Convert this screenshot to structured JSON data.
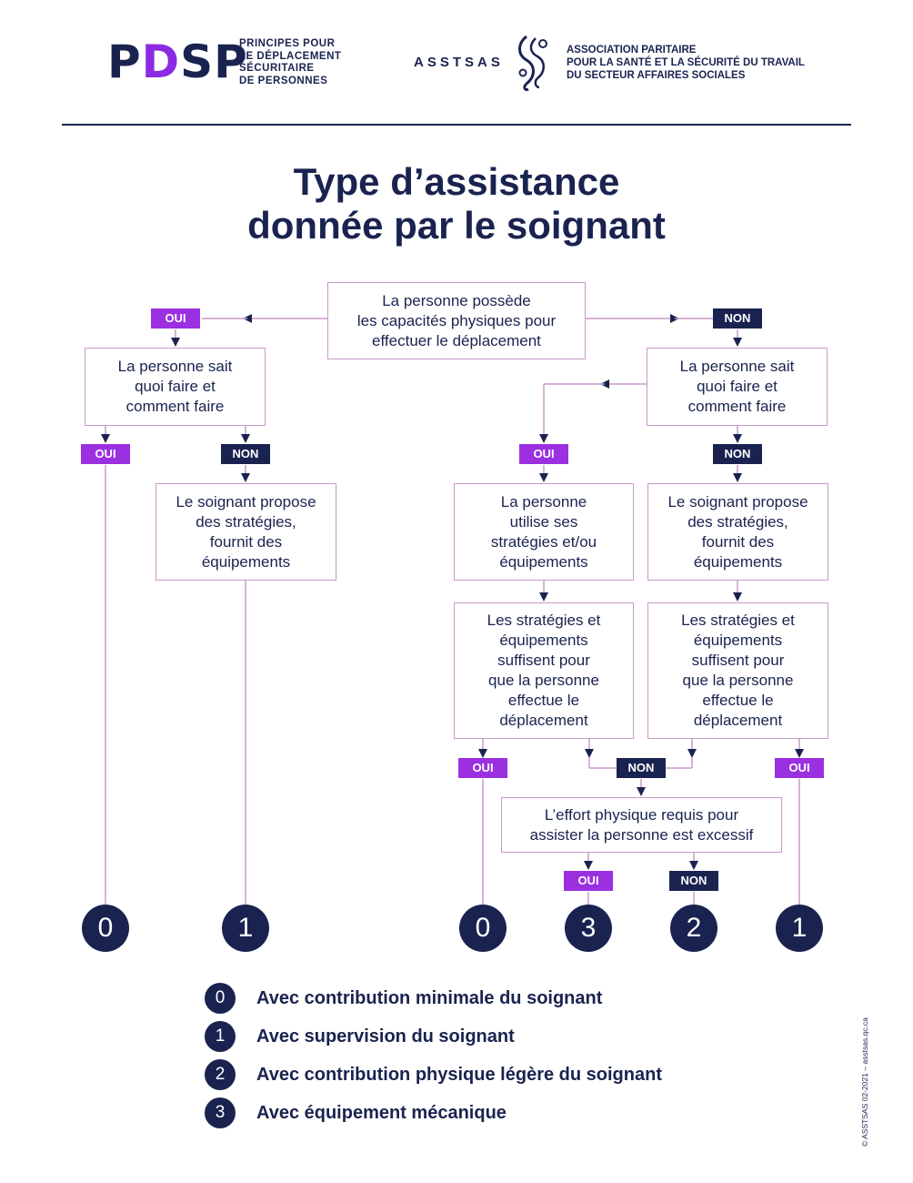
{
  "header": {
    "pdsp_logo": {
      "before": "P",
      "mark": "D",
      "after": "SP"
    },
    "pdsp_subtitle": [
      "PRINCIPES POUR",
      "LE DÉPLACEMENT",
      "SÉCURITAIRE",
      "DE PERSONNES"
    ],
    "asstsas_name": "ASSTSAS",
    "asstsas_subtitle": [
      "ASSOCIATION PARITAIRE",
      "POUR LA SANTÉ ET LA SÉCURITÉ DU TRAVAIL",
      "DU SECTEUR AFFAIRES SOCIALES"
    ]
  },
  "title": [
    "Type d’assistance",
    "donnée par le soignant"
  ],
  "diagram": {
    "nodes": {
      "root": [
        "La personne possède",
        "les capacités physiques pour",
        "effectuer le déplacement"
      ],
      "left_knows": [
        "La personne sait",
        "quoi faire et",
        "comment faire"
      ],
      "left_proposes": [
        "Le soignant propose",
        "des stratégies,",
        "fournit des",
        "équipements"
      ],
      "right_knows": [
        "La personne sait",
        "quoi faire et",
        "comment faire"
      ],
      "right_uses": [
        "La personne",
        "utilise ses",
        "stratégies et/ou",
        "équipements"
      ],
      "right_proposes": [
        "Le soignant propose",
        "des stratégies,",
        "fournit des",
        "équipements"
      ],
      "suffice_left": [
        "Les stratégies et",
        "équipements",
        "suffisent pour",
        "que la personne",
        "effectue le",
        "déplacement"
      ],
      "suffice_right": [
        "Les stratégies et",
        "équipements",
        "suffisent pour",
        "que la personne",
        "effectue le",
        "déplacement"
      ],
      "effort": [
        "L’effort physique requis pour",
        "assister la personne est excessif"
      ]
    },
    "yes_label": "OUI",
    "no_label": "NON",
    "outcomes": [
      "0",
      "1",
      "0",
      "3",
      "2",
      "1"
    ]
  },
  "legend": [
    {
      "num": "0",
      "text": "Avec contribution minimale du soignant"
    },
    {
      "num": "1",
      "text": "Avec supervision du soignant"
    },
    {
      "num": "2",
      "text": "Avec contribution physique légère du soignant"
    },
    {
      "num": "3",
      "text": "Avec équipement mécanique"
    }
  ],
  "copyright": "© ASSTSAS 02-2021 – asstsas.qc.ca",
  "colors": {
    "navy": "#1a2350",
    "purple": "#9b30e0",
    "box_border": "#c89ac9",
    "line_pink": "#c89ac9"
  }
}
